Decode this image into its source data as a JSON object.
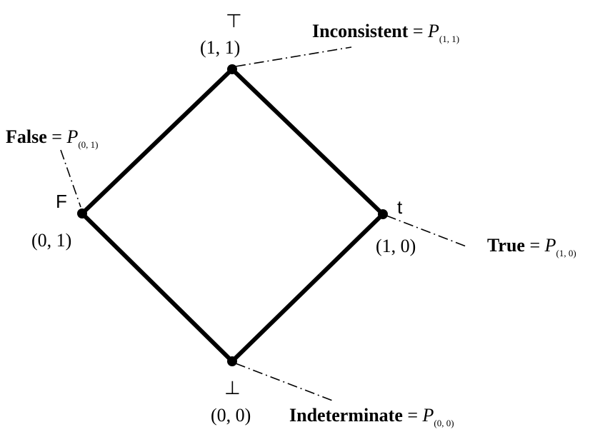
{
  "nodes": {
    "top": {
      "symbol": "⊤",
      "coord": "(1, 1)"
    },
    "left": {
      "symbol": "F",
      "coord": "(0, 1)"
    },
    "right": {
      "symbol": "t",
      "coord": "(1, 0)"
    },
    "bottom": {
      "symbol": "⊥",
      "coord": "(0, 0)"
    }
  },
  "labels": {
    "inconsistent": {
      "name": "Inconsistent",
      "eq": " = ",
      "p": "P",
      "sub": "(1, 1)"
    },
    "false": {
      "name": "False",
      "eq": " = ",
      "p": "P",
      "sub": "(0, 1)"
    },
    "true": {
      "name": "True",
      "eq": " = ",
      "p": "P",
      "sub": "(1, 0)"
    },
    "indeterminate": {
      "name": "Indeterminate",
      "eq": " = ",
      "p": "P",
      "sub": "(0, 0)"
    }
  }
}
